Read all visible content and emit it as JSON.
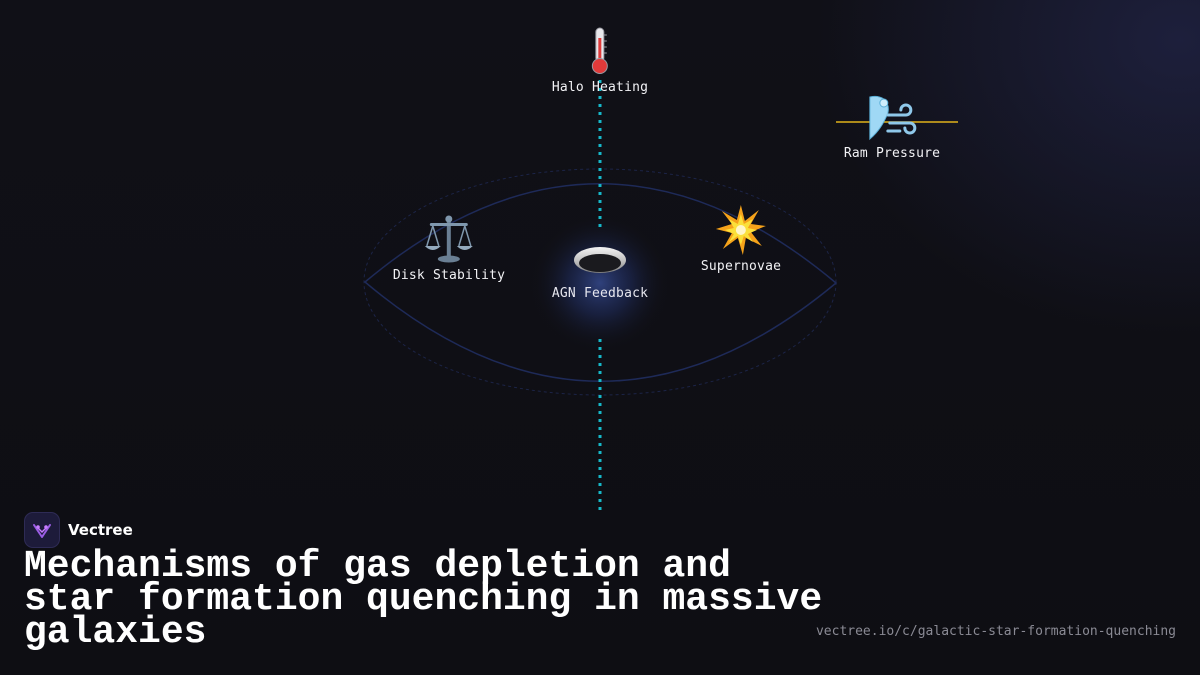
{
  "brand": {
    "name": "Vectree"
  },
  "title": "Mechanisms of gas depletion and star formation quenching in massive galaxies",
  "url": "vectree.io/c/galactic-star-formation-quenching",
  "nodes": {
    "halo_heating": {
      "label": "Halo Heating",
      "icon": "thermometer-icon"
    },
    "ram_pressure": {
      "label": "Ram Pressure",
      "icon": "wind-blowing-icon"
    },
    "disk_stability": {
      "label": "Disk Stability",
      "icon": "balance-scale-icon"
    },
    "agn_feedback": {
      "label": "AGN Feedback",
      "icon": "black-hole-icon"
    },
    "supernovae": {
      "label": "Supernovae",
      "icon": "explosion-icon"
    }
  },
  "colors": {
    "background": "#0f0f14",
    "jet": "#16b8c9",
    "galaxy_outline": "#1e2a55",
    "ram_line": "#e0b21a",
    "agn_glow": "#3a5ab8",
    "url_text": "#8a8a94"
  }
}
